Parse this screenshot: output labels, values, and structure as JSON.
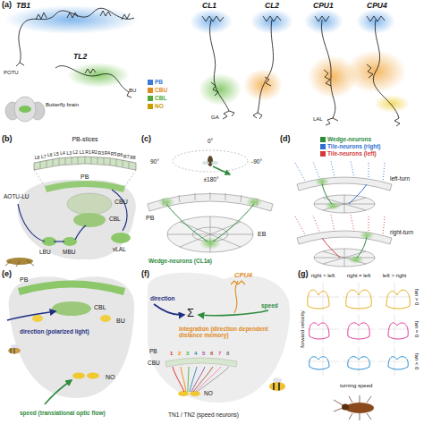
{
  "diagram": {
    "labels": [
      "(a)",
      "TB1",
      "CL1",
      "CL2",
      "CPU1",
      "CPU4",
      "TL2",
      "POTU",
      "BU",
      "GA",
      "LAL",
      "Butterfly brain",
      "(b)",
      "PB-slices",
      "L8",
      "L7",
      "L6",
      "L5",
      "L4",
      "L3",
      "L2",
      "L1",
      "R1",
      "R2",
      "R3",
      "R4",
      "R5",
      "R6",
      "R7",
      "R8",
      "PB",
      "CBU",
      "AOTU-LU",
      "LBU",
      "MBU",
      "CBL",
      "vLAL",
      "(c)",
      "0°",
      "90°",
      "-90°",
      "±180°",
      "PB",
      "EB",
      "Wedge-neurons (CL1a)",
      "(d)",
      "left-turn",
      "right-turn",
      "(e)",
      "PB",
      "CBL",
      "BU",
      "direction (polarized light)",
      "NO",
      "speed (translational optic flow)",
      "(f)",
      "CPU4",
      "direction",
      "Σ",
      "speed",
      "integration (direction dependent distance memory)",
      "PB",
      "CBU",
      "1",
      "2",
      "3",
      "4",
      "5",
      "6",
      "7",
      "8",
      "NO",
      "TN1 / TN2 (speed neurons)",
      "(g)",
      "right > left",
      "right = left",
      "left > right",
      "fan > 0",
      "fan = 0",
      "fan < 0",
      "forward velocity",
      "turning speed"
    ],
    "legend": [
      {
        "text": "PB",
        "color": "#3a7bd5"
      },
      {
        "text": "CBU",
        "color": "#e08a1e"
      },
      {
        "text": "CBL",
        "color": "#4fa83a"
      },
      {
        "text": "NO",
        "color": "#c89b00"
      },
      {
        "text": "Wedge-neurons",
        "color": "#2e8b3e"
      },
      {
        "text": "Tile-neurons (right)",
        "color": "#2f6fd0"
      },
      {
        "text": "Tile-neurons (left)",
        "color": "#d23a3a"
      }
    ]
  }
}
